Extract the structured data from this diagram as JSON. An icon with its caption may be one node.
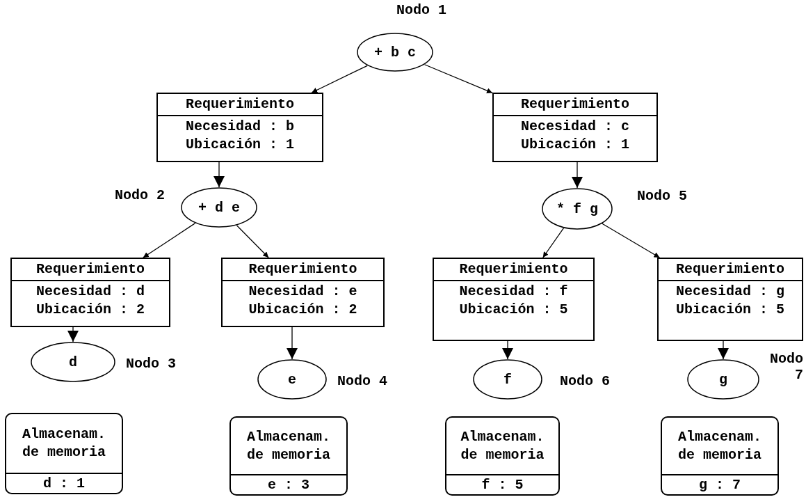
{
  "diagram": {
    "nodes": [
      {
        "text": [
          "+ b c"
        ],
        "beside": [
          "Nodo 1"
        ]
      },
      {
        "text": [
          "Requerimiento",
          "Necesidad : b",
          "Ubicación : 1"
        ]
      },
      {
        "text": [
          "Requerimiento",
          "Necesidad : c",
          "Ubicación : 1"
        ]
      },
      {
        "text": [
          "+ d e"
        ],
        "beside": [
          "Nodo 2"
        ]
      },
      {
        "text": [
          "* f g"
        ],
        "beside": [
          "Nodo 5"
        ]
      },
      {
        "text": [
          "Requerimiento",
          "Necesidad : d",
          "Ubicación : 2"
        ]
      },
      {
        "text": [
          "Requerimiento",
          "Necesidad : e",
          "Ubicación : 2"
        ]
      },
      {
        "text": [
          "Requerimiento",
          "Necesidad : f",
          "Ubicación : 5"
        ]
      },
      {
        "text": [
          "Requerimiento",
          "Necesidad : g",
          "Ubicación : 5"
        ]
      },
      {
        "text": [
          "d"
        ],
        "beside": [
          "Nodo 3"
        ]
      },
      {
        "text": [
          "Almacenam. de memoria",
          "d : 1"
        ]
      },
      {
        "text": [
          "e"
        ],
        "beside": [
          "Nodo 4"
        ]
      },
      {
        "text": [
          "Almacenam. de memoria",
          "e : 3"
        ]
      },
      {
        "text": [
          "f"
        ],
        "beside": [
          "Nodo 6"
        ]
      },
      {
        "text": [
          "Almacenam. de memoria",
          "f : 5"
        ]
      },
      {
        "text": [
          "g"
        ],
        "beside": [
          "Nodo 7"
        ]
      },
      {
        "text": [
          "Almacenam. de memoria",
          "g : 7"
        ]
      }
    ],
    "edges": [
      {
        "from": 0,
        "to": 1,
        "arrow": "to"
      },
      {
        "from": 0,
        "to": 2,
        "arrow": "to"
      },
      {
        "from": 1,
        "to": 3,
        "arrow": "to"
      },
      {
        "from": 2,
        "to": 4,
        "arrow": "to"
      },
      {
        "from": 3,
        "to": 5,
        "arrow": "to"
      },
      {
        "from": 3,
        "to": 6,
        "arrow": "to"
      },
      {
        "from": 4,
        "to": 7,
        "arrow": "to"
      },
      {
        "from": 4,
        "to": 8,
        "arrow": "to"
      },
      {
        "from": 5,
        "to": 9,
        "arrow": "to"
      },
      {
        "from": 6,
        "to": 11,
        "arrow": "to"
      },
      {
        "from": 7,
        "to": 13,
        "arrow": "to"
      },
      {
        "from": 8,
        "to": 15,
        "arrow": "to"
      }
    ]
  }
}
